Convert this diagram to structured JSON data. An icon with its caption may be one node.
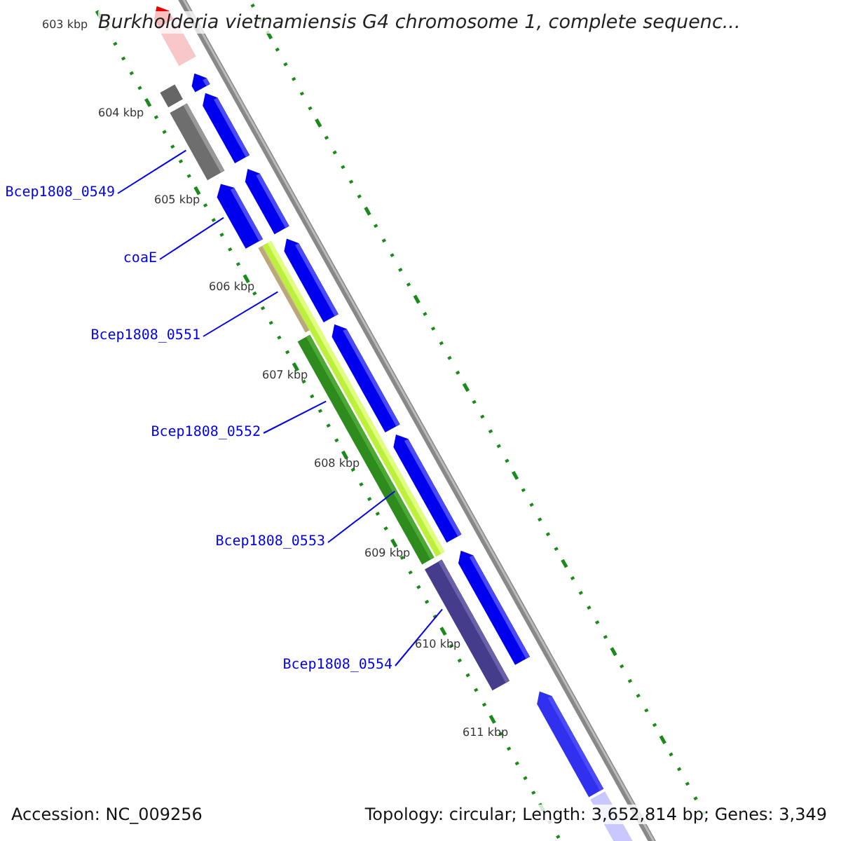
{
  "diagram": {
    "title": "Burkholderia vietnamiensis G4 chromosome 1, complete sequenc...",
    "nodes": [
      {
        "text": [
          "Bcep1808_0549"
        ]
      },
      {
        "text": [
          "coaE"
        ]
      },
      {
        "text": [
          "Bcep1808_0551"
        ]
      },
      {
        "text": [
          "Bcep1808_0552"
        ]
      },
      {
        "text": [
          "Bcep1808_0553"
        ]
      },
      {
        "text": [
          "Bcep1808_0554"
        ]
      },
      {
        "text": [],
        "shape": "bar"
      },
      {
        "text": [],
        "shape": "bar"
      },
      {
        "text": [],
        "shape": "bar"
      },
      {
        "text": [],
        "shape": "bar"
      },
      {
        "text": [],
        "shape": "bar"
      },
      {
        "text": [],
        "shape": "bar"
      }
    ],
    "edges": [
      {
        "from": 0,
        "to": 6,
        "arrow": "none"
      },
      {
        "from": 1,
        "to": 7,
        "arrow": "none"
      },
      {
        "from": 2,
        "to": 8,
        "arrow": "none"
      },
      {
        "from": 3,
        "to": 9,
        "arrow": "none"
      },
      {
        "from": 4,
        "to": 10,
        "arrow": "none"
      },
      {
        "from": 5,
        "to": 11,
        "arrow": "none"
      }
    ],
    "labels": [
      "603 kbp",
      "604 kbp",
      "605 kbp",
      "606 kbp",
      "607 kbp",
      "608 kbp",
      "609 kbp",
      "610 kbp",
      "611 kbp",
      "Accession: NC_009256",
      "Topology: circular; Length: 3,652,814 bp; Genes: 3,349"
    ]
  }
}
